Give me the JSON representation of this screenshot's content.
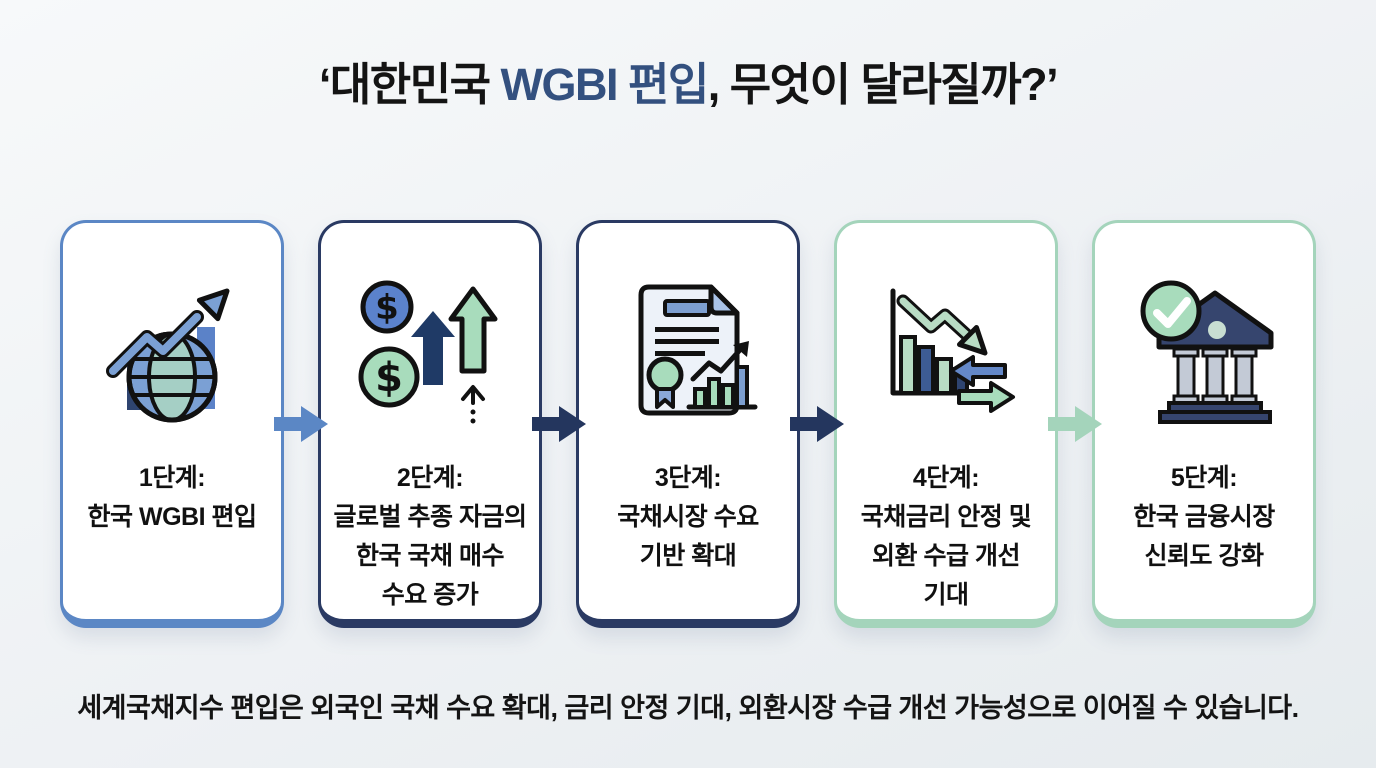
{
  "title": {
    "prefix": "‘대한민국 ",
    "highlight": "WGBI 편입",
    "suffix": ", 무엇이 달라질까?’"
  },
  "colors": {
    "title_text": "#141414",
    "title_accent": "#33507f",
    "background": "#eef1f4",
    "card_background": "#ffffff",
    "card_border_blue": "#5b87c5",
    "card_border_navy": "#2a3a63",
    "card_border_mint": "#a4d4bb",
    "arrow_blue": "#5b87c5",
    "arrow_navy": "#24365e",
    "arrow_mint": "#a4d4bb",
    "icon_green": "#a8dcbc",
    "icon_blue": "#5b82cc",
    "icon_dark_navy": "#1f3a66"
  },
  "stages": [
    {
      "icon": "globe-growth-icon",
      "label": "1단계:",
      "lines": [
        "한국 WGBI 편입"
      ],
      "border_color": "#5b87c5"
    },
    {
      "icon": "dollar-demand-icon",
      "label": "2단계:",
      "lines": [
        "글로벌 추종 자금의",
        "한국 국채 매수",
        "수요 증가"
      ],
      "border_color": "#2a3a63"
    },
    {
      "icon": "certificate-chart-icon",
      "label": "3단계:",
      "lines": [
        "국채시장 수요",
        "기반 확대"
      ],
      "border_color": "#2a3a63"
    },
    {
      "icon": "rate-exchange-icon",
      "label": "4단계:",
      "lines": [
        "국채금리 안정 및",
        "외환 수급 개선",
        "기대"
      ],
      "border_color": "#a4d4bb"
    },
    {
      "icon": "bank-trust-icon",
      "label": "5단계:",
      "lines": [
        "한국 금융시장",
        "신뢰도 강화"
      ],
      "border_color": "#a4d4bb"
    }
  ],
  "connectors": [
    {
      "from": 1,
      "to": 2,
      "color": "#5b87c5"
    },
    {
      "from": 2,
      "to": 3,
      "color": "#24365e"
    },
    {
      "from": 3,
      "to": 4,
      "color": "#24365e"
    },
    {
      "from": 4,
      "to": 5,
      "color": "#a4d4bb"
    }
  ],
  "footer": {
    "text": "세계국채지수 편입은 외국인 국채 수요 확대, 금리 안정 기대, 외환시장 수급 개선 가능성으로 이어질 수 있습니다."
  }
}
